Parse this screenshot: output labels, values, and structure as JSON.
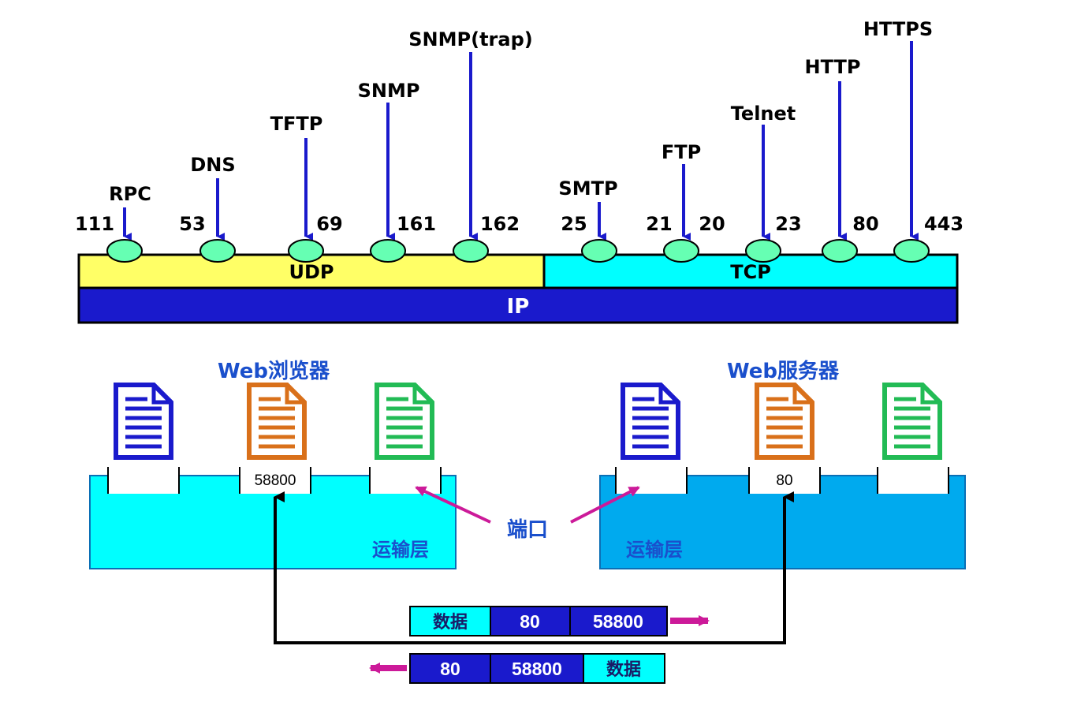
{
  "protocol_diagram": {
    "udp_label": "UDP",
    "tcp_label": "TCP",
    "ip_label": "IP",
    "udp_color": "#ffff66",
    "tcp_color": "#00ffff",
    "ip_color": "#1a1acc",
    "port_oval_color": "#66ffb3",
    "arrow_color": "#1a1acc",
    "udp_apps": [
      {
        "name": "RPC",
        "port": "111"
      },
      {
        "name": "DNS",
        "port": "53"
      },
      {
        "name": "TFTP",
        "port": "69"
      },
      {
        "name": "SNMP",
        "port": "161"
      },
      {
        "name": "SNMP(trap)",
        "port": "162"
      }
    ],
    "tcp_apps": [
      {
        "name": "SMTP",
        "port": "25"
      },
      {
        "name": "FTP",
        "port_left": "21",
        "port_right": "20"
      },
      {
        "name": "Telnet",
        "port": "23"
      },
      {
        "name": "HTTP",
        "port": "80"
      },
      {
        "name": "HTTPS",
        "port": "443"
      }
    ]
  },
  "communication_diagram": {
    "client_title": "Web浏览器",
    "server_title": "Web服务器",
    "client_port": "58800",
    "server_port": "80",
    "transport_label": "运输层",
    "port_label": "端口",
    "client_color": "#00ffff",
    "server_color": "#00aaee",
    "title_color": "#1a4fcc",
    "pointer_color": "#cc1a99",
    "doc_colors": [
      "#1a1acc",
      "#d9701a",
      "#22bb55"
    ],
    "request_packet": [
      "数据",
      "80",
      "58800"
    ],
    "response_packet": [
      "80",
      "58800",
      "数据"
    ]
  }
}
